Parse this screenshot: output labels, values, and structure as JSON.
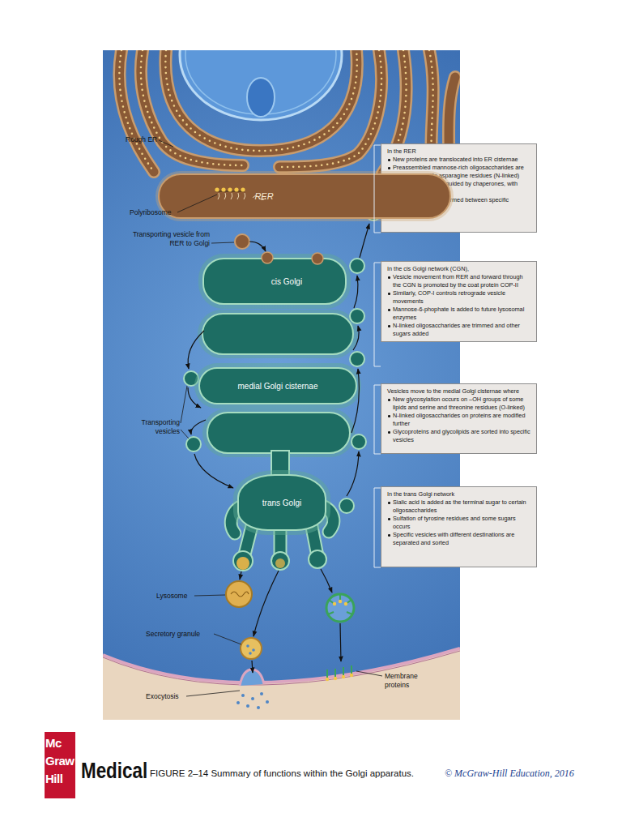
{
  "diagram": {
    "caption": "FIGURE 2–14 Summary of functions within the Golgi apparatus.",
    "nodes": [
      {
        "text": [
          "In the RER",
          "New proteins are translocated into ER cisternae",
          "Preassembled mannose-rich oligosaccharides are added to specific asparagine residues (N-linked)",
          "Proteins are folded, guided by chaperones, with strict quality control",
          "Disulfide bonds are formed between specific cysteine residues"
        ]
      },
      {
        "text": [
          "RER"
        ]
      },
      {
        "text": [
          "In the cis Golgi network (CGN),",
          "Vesicle movement from RER and forward through the CGN is promoted by the coat protein COP-II",
          "Similarly, COP-I controls retrograde vesicle movements",
          "Mannose-6-phophate is added to future lysosomal enzymes",
          "N-linked oligosaccharides are trimmed and other sugars added"
        ]
      },
      {
        "text": [
          "cis Golgi"
        ]
      },
      {
        "text": [
          "medial Golgi cisternae"
        ]
      },
      {
        "text": [
          "Vesicles move to the medial Golgi cisternae where",
          "New glycosylation occurs on –OH groups of some lipids and serine and threonine residues (O-linked)",
          "N-linked oligosaccharides on proteins are modified further",
          "Glycoproteins and glycolipids are sorted into specific vesicles"
        ]
      },
      {
        "text": [
          "In the trans Golgi network",
          "Sialic acid is added as the terminal sugar to certain oligosaccharides",
          "Sulfation of tyrosine residues and some sugars occurs",
          "Specific vesicles with different destinations are separated and sorted"
        ]
      },
      {
        "text": [
          "trans Golgi"
        ]
      }
    ],
    "labels": [
      "Rough ER",
      "Polyribosome",
      "Transporting vesicle from RER to Golgi",
      "Transporting vesicles",
      "Lysosome",
      "Secretory granule",
      "Exocytosis",
      "Membrane proteins",
      "Mc Graw Hill",
      "Medical",
      "© McGraw-Hill Education, 2016"
    ]
  }
}
